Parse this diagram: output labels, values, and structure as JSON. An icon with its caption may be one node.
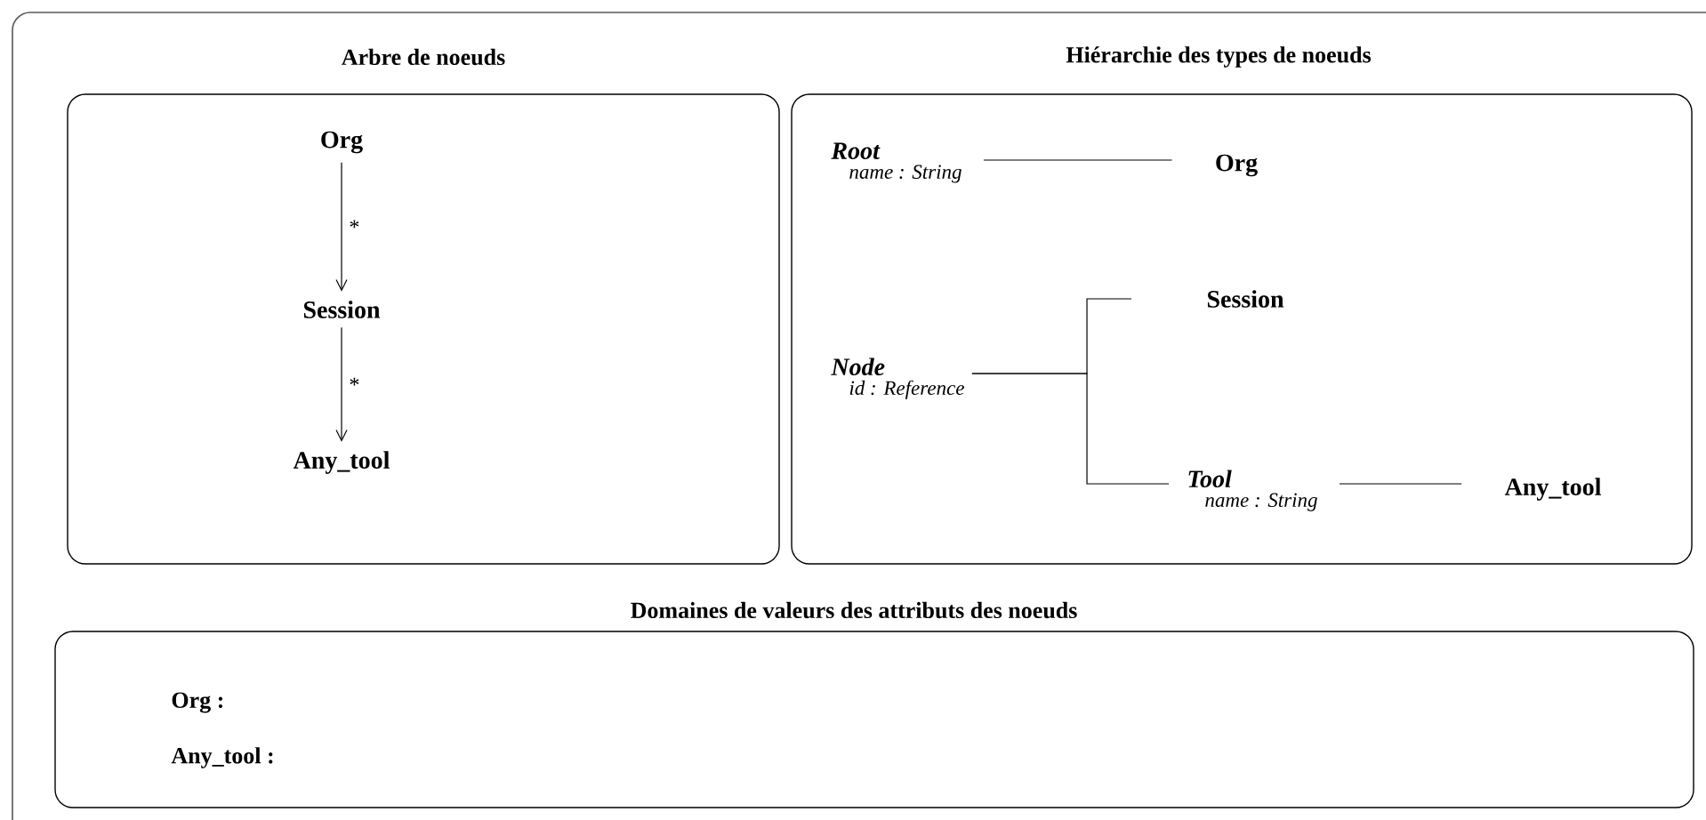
{
  "diagram": {
    "nodes": [
      {
        "text": [
          "Arbre de noeuds"
        ]
      },
      {
        "text": [
          "Org"
        ],
        "in": 0
      },
      {
        "text": [
          "Session"
        ],
        "in": 0
      },
      {
        "text": [
          "Any_tool"
        ],
        "in": 0
      },
      {
        "text": [
          "Hiérarchie des types de noeuds"
        ]
      },
      {
        "text": [
          "Root",
          "name : String"
        ],
        "in": 4
      },
      {
        "text": [
          "Org"
        ],
        "in": 4
      },
      {
        "text": [
          "Node",
          "id : Reference"
        ],
        "in": 4
      },
      {
        "text": [
          "Session"
        ],
        "in": 4
      },
      {
        "text": [
          "Tool",
          "name : String"
        ],
        "in": 4
      },
      {
        "text": [
          "Any_tool"
        ],
        "in": 4
      },
      {
        "text": [
          "Domaines de valeurs des attributs des noeuds",
          "Org :",
          "Any_tool :"
        ]
      }
    ],
    "edges": [
      {
        "from": 1,
        "to": 2,
        "arrow": "to",
        "label": "*"
      },
      {
        "from": 2,
        "to": 3,
        "arrow": "to",
        "label": "*"
      },
      {
        "from": 5,
        "to": 6,
        "arrow": "none"
      },
      {
        "from": 7,
        "to": 8,
        "arrow": "none"
      },
      {
        "from": 7,
        "to": 9,
        "arrow": "none"
      },
      {
        "from": 9,
        "to": 10,
        "arrow": "none"
      }
    ]
  }
}
